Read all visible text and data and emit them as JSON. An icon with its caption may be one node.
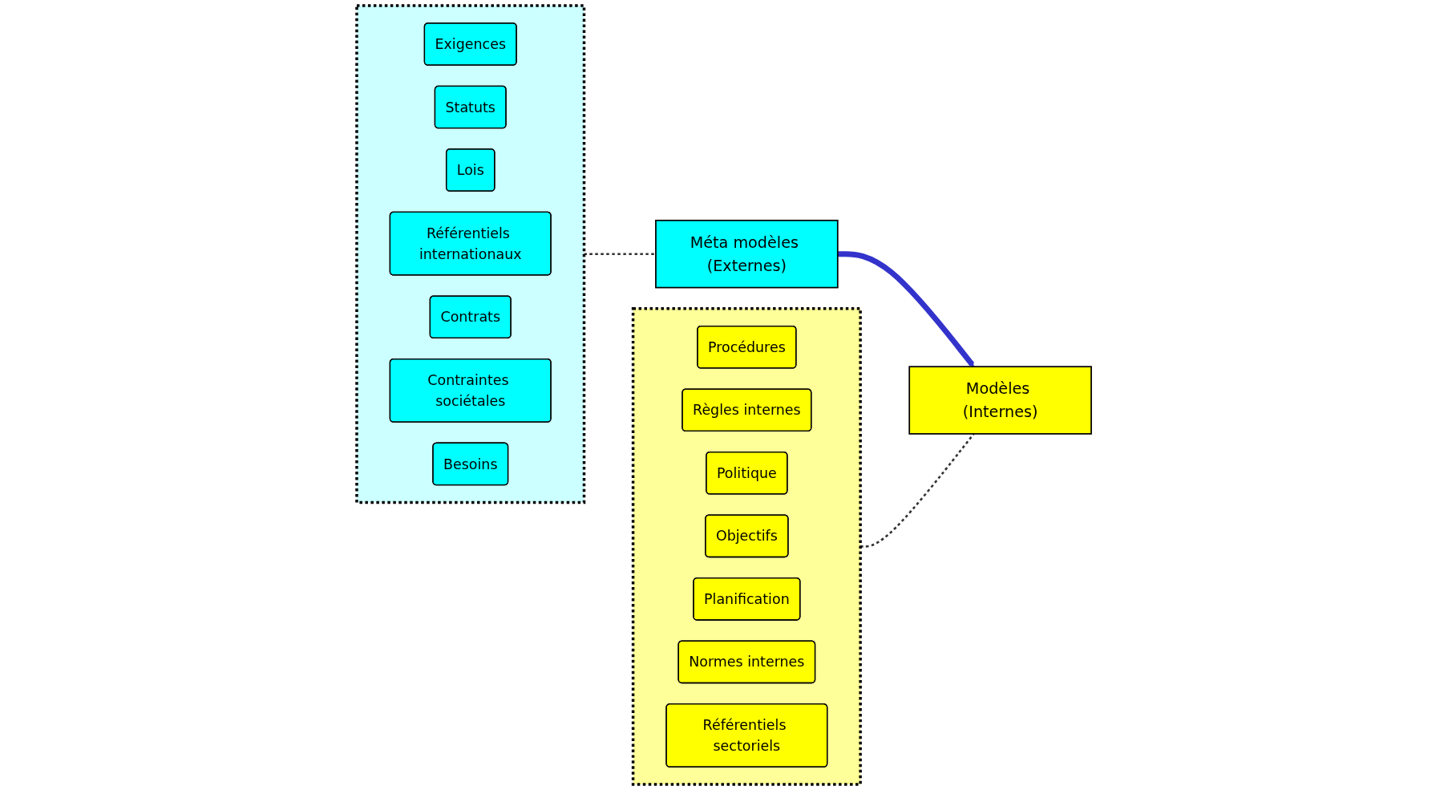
{
  "diagram": {
    "nodes": [
      {
        "text": [
          "Méta modèles (Externes)"
        ]
      },
      {
        "text": [],
        "shape": "cloud"
      },
      {
        "text": [
          "Exigences"
        ],
        "in": 1
      },
      {
        "text": [
          "Statuts"
        ],
        "in": 1
      },
      {
        "text": [
          "Lois"
        ],
        "in": 1
      },
      {
        "text": [
          "Référentiels internationaux"
        ],
        "in": 1
      },
      {
        "text": [
          "Contrats"
        ],
        "in": 1
      },
      {
        "text": [
          "Contraintes sociétales"
        ],
        "in": 1
      },
      {
        "text": [
          "Besoins"
        ],
        "in": 1
      },
      {
        "text": [
          "Modèles (Internes)"
        ]
      },
      {
        "text": [],
        "shape": "cloud"
      },
      {
        "text": [
          "Procédures"
        ],
        "in": 10
      },
      {
        "text": [
          "Règles internes"
        ],
        "in": 10
      },
      {
        "text": [
          "Politique"
        ],
        "in": 10
      },
      {
        "text": [
          "Objectifs"
        ],
        "in": 10
      },
      {
        "text": [
          "Planification"
        ],
        "in": 10
      },
      {
        "text": [
          "Normes internes"
        ],
        "in": 10
      },
      {
        "text": [
          "Référentiels sectoriels"
        ],
        "in": 10
      }
    ],
    "edges": [
      {
        "from": 0,
        "to": 9,
        "arrow": "to",
        "style": "thick",
        "color": "#3333cc"
      },
      {
        "from": 1,
        "to": 0,
        "arrow": "none",
        "style": "dashed"
      },
      {
        "from": 10,
        "to": 9,
        "arrow": "none",
        "style": "dashed"
      }
    ]
  }
}
